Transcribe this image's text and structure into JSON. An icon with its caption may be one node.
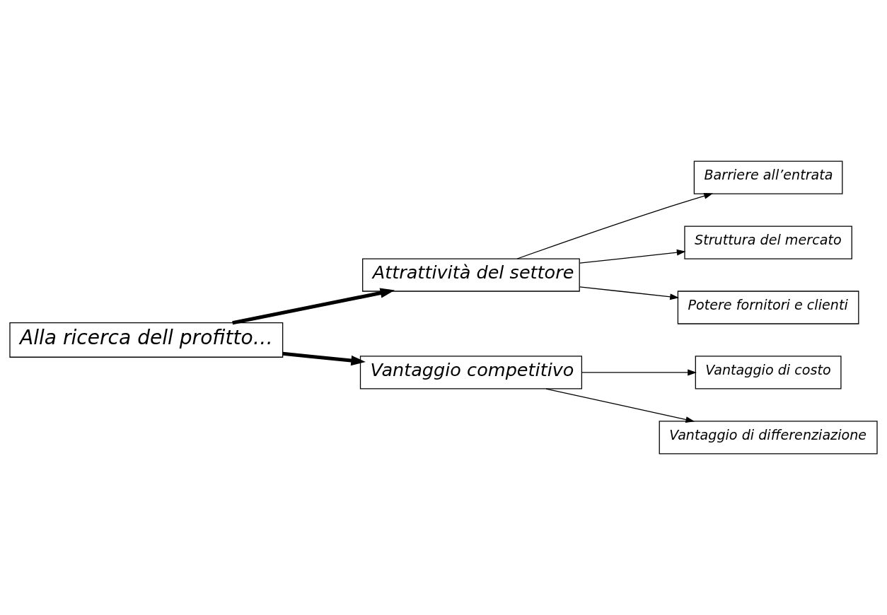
{
  "diagram": {
    "nodes": [
      {
        "text": [
          "Alla ricerca dell profitto…"
        ]
      },
      {
        "text": [
          "Attrattività del settore"
        ]
      },
      {
        "text": [
          "Vantaggio competitivo"
        ]
      },
      {
        "text": [
          "Barriere all’entrata"
        ]
      },
      {
        "text": [
          "Struttura del mercato"
        ]
      },
      {
        "text": [
          "Potere fornitori e clienti"
        ]
      },
      {
        "text": [
          "Vantaggio di costo"
        ]
      },
      {
        "text": [
          "Vantaggio di differenziazione"
        ]
      }
    ],
    "edges": [
      {
        "from": 0,
        "to": 1,
        "arrow": "to",
        "style": "thick"
      },
      {
        "from": 0,
        "to": 2,
        "arrow": "to",
        "style": "thick"
      },
      {
        "from": 1,
        "to": 3,
        "arrow": "to"
      },
      {
        "from": 1,
        "to": 4,
        "arrow": "to"
      },
      {
        "from": 1,
        "to": 5,
        "arrow": "to"
      },
      {
        "from": 2,
        "to": 6,
        "arrow": "to"
      },
      {
        "from": 2,
        "to": 7,
        "arrow": "to"
      }
    ]
  }
}
